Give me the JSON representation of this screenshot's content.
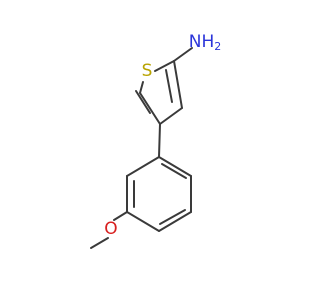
{
  "molecule": {
    "atoms": {
      "sulfur": {
        "label": "S",
        "color": "#b8a300"
      },
      "amine": {
        "label": "NH2",
        "color": "#2b35d9"
      },
      "oxygen": {
        "label": "O",
        "color": "#d82020"
      }
    }
  }
}
